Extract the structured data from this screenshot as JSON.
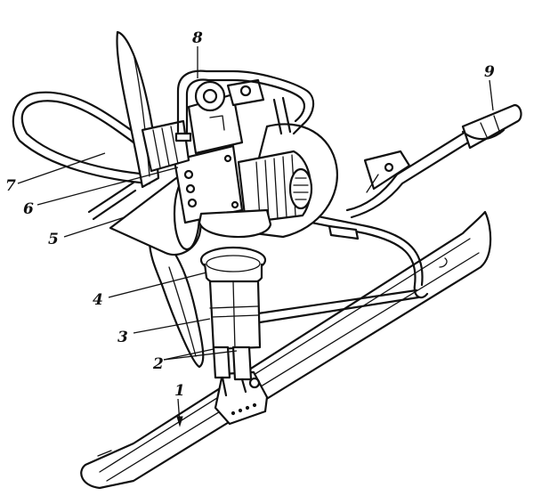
{
  "diagram": {
    "callouts": [
      {
        "id": "1",
        "label": "1"
      },
      {
        "id": "2",
        "label": "2"
      },
      {
        "id": "3",
        "label": "3"
      },
      {
        "id": "4",
        "label": "4"
      },
      {
        "id": "5",
        "label": "5"
      },
      {
        "id": "6",
        "label": "6"
      },
      {
        "id": "7",
        "label": "7"
      },
      {
        "id": "8",
        "label": "8"
      },
      {
        "id": "9",
        "label": "9"
      }
    ],
    "colors": {
      "ink": "#111111",
      "paper": "#ffffff"
    }
  }
}
